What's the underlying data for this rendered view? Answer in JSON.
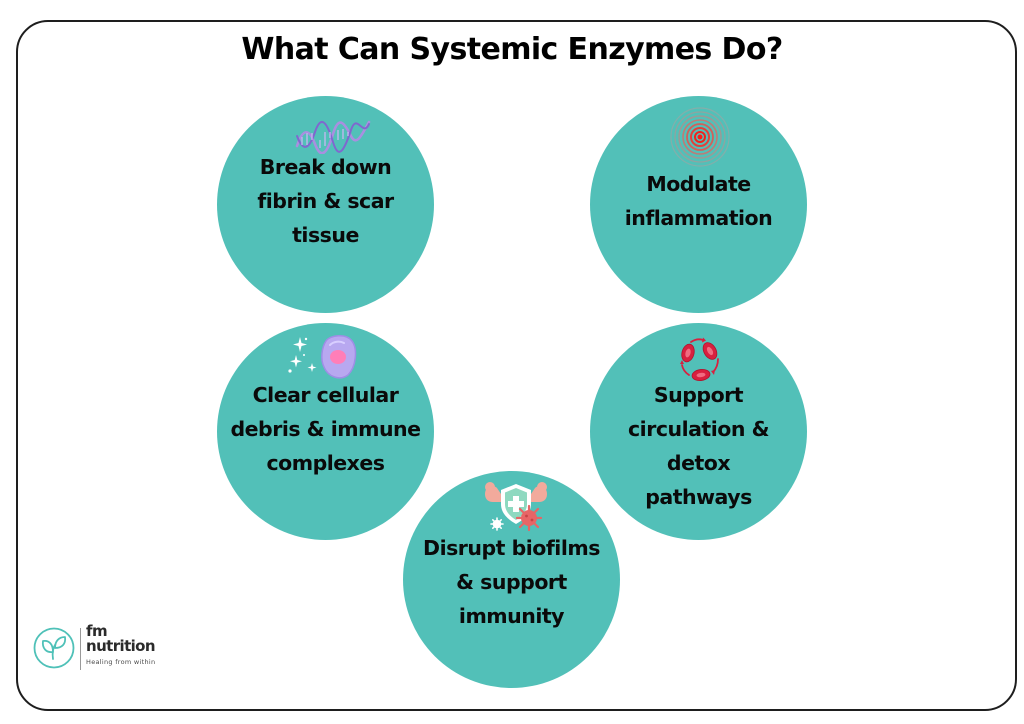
{
  "title": "What Can Systemic Enzymes Do?",
  "colors": {
    "bubble": "#52c0b8",
    "frame": "#1e1e1e",
    "text": "#0a0a0a",
    "logo_teal": "#4fc1b8"
  },
  "bubbles": [
    {
      "id": "fibrin",
      "icon": "dna-helix-icon",
      "label": "Break down\nfibrin & scar\ntissue"
    },
    {
      "id": "inflammation",
      "icon": "radiating-target-icon",
      "label": "Modulate\ninflammation"
    },
    {
      "id": "debris",
      "icon": "sparkling-cell-icon",
      "label": "Clear cellular\ndebris & immune\ncomplexes"
    },
    {
      "id": "circulation",
      "icon": "blood-cell-cycle-icon",
      "label": "Support\ncirculation &\ndetox\npathways"
    },
    {
      "id": "biofilm",
      "icon": "immune-shield-virus-icon",
      "label": "Disrupt biofilms\n& support\nimmunity"
    }
  ],
  "logo": {
    "line1": "fm",
    "line2": "nutrition",
    "tagline": "Healing from within"
  }
}
